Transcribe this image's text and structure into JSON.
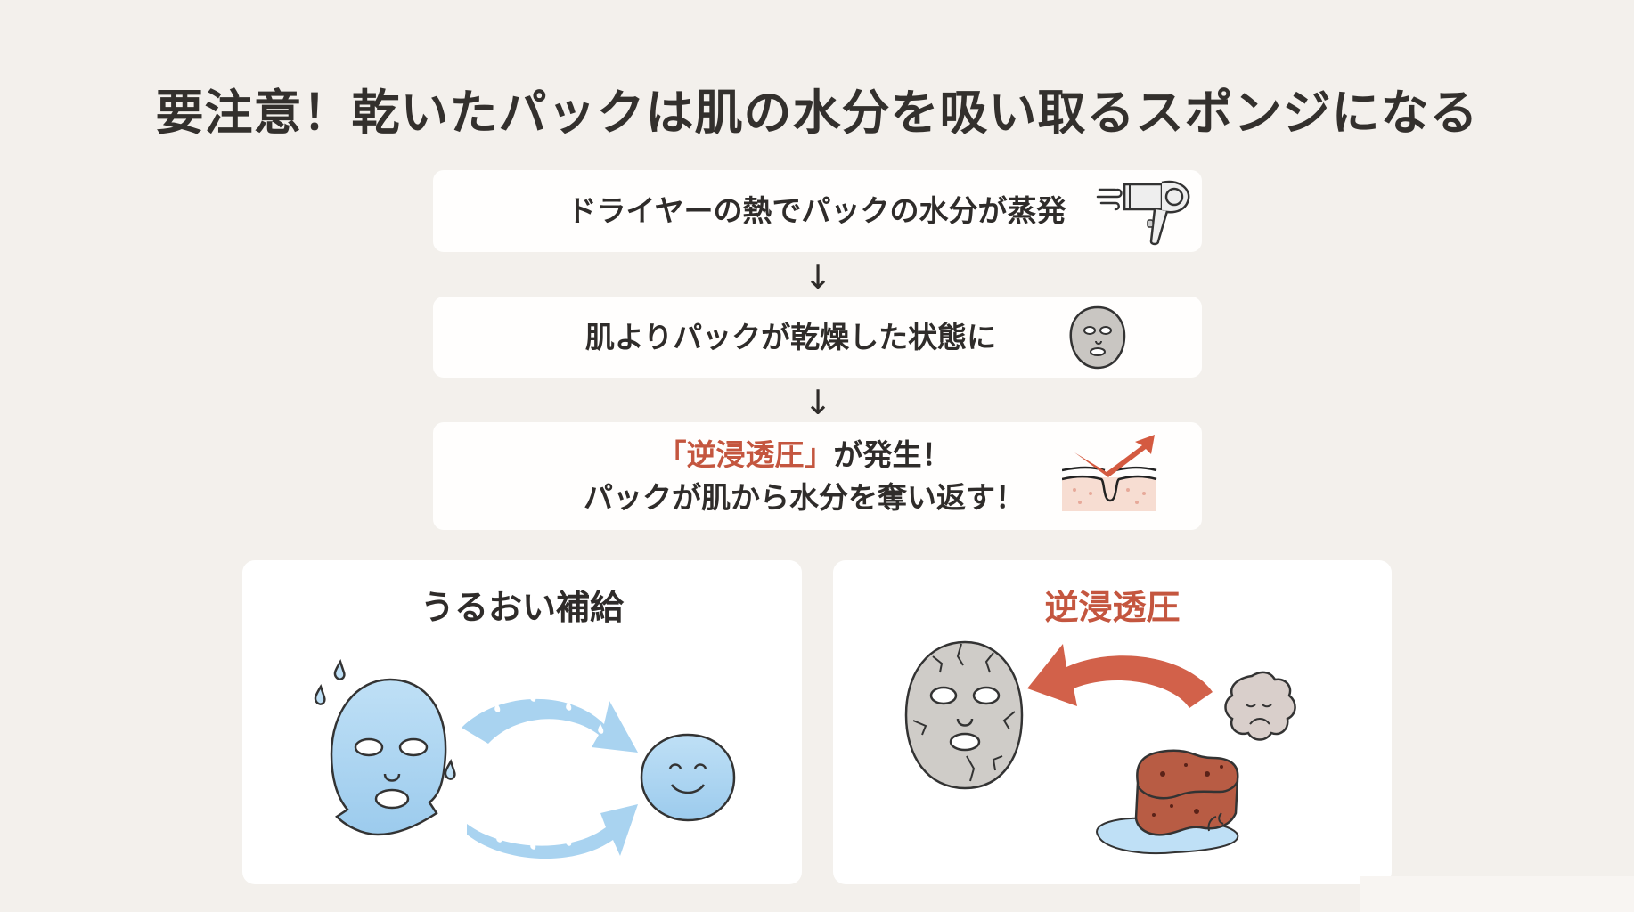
{
  "title": "要注意！乾いたパックは肌の水分を吸い取るスポンジになる",
  "steps": [
    {
      "text": "ドライヤーの熱でパックの水分が蒸発",
      "icon": "hair-dryer-icon"
    },
    {
      "text": "肌よりパックが乾燥した状態に",
      "icon": "dry-sheet-mask-icon"
    },
    {
      "line1_accent": "「逆浸透圧」",
      "line1_rest": "が発生！",
      "line2": "パックが肌から水分を奪い返す！",
      "icon": "skin-moisture-loss-icon"
    }
  ],
  "flow_arrow": "↓",
  "panels": {
    "left": {
      "title": "うるおい補給",
      "icons": [
        "wet-sheet-mask-icon",
        "water-flow-arrows-icon",
        "happy-face-icon"
      ]
    },
    "right": {
      "title": "逆浸透圧",
      "icons": [
        "cracked-sheet-mask-icon",
        "reverse-arrow-icon",
        "sad-face-icon",
        "sponge-icon"
      ]
    }
  },
  "colors": {
    "background": "#f3f0ec",
    "accent_red": "#c4563f",
    "water_blue": "#a9d3f0",
    "mask_gray": "#cfccc8",
    "text": "#2f2c2a"
  }
}
